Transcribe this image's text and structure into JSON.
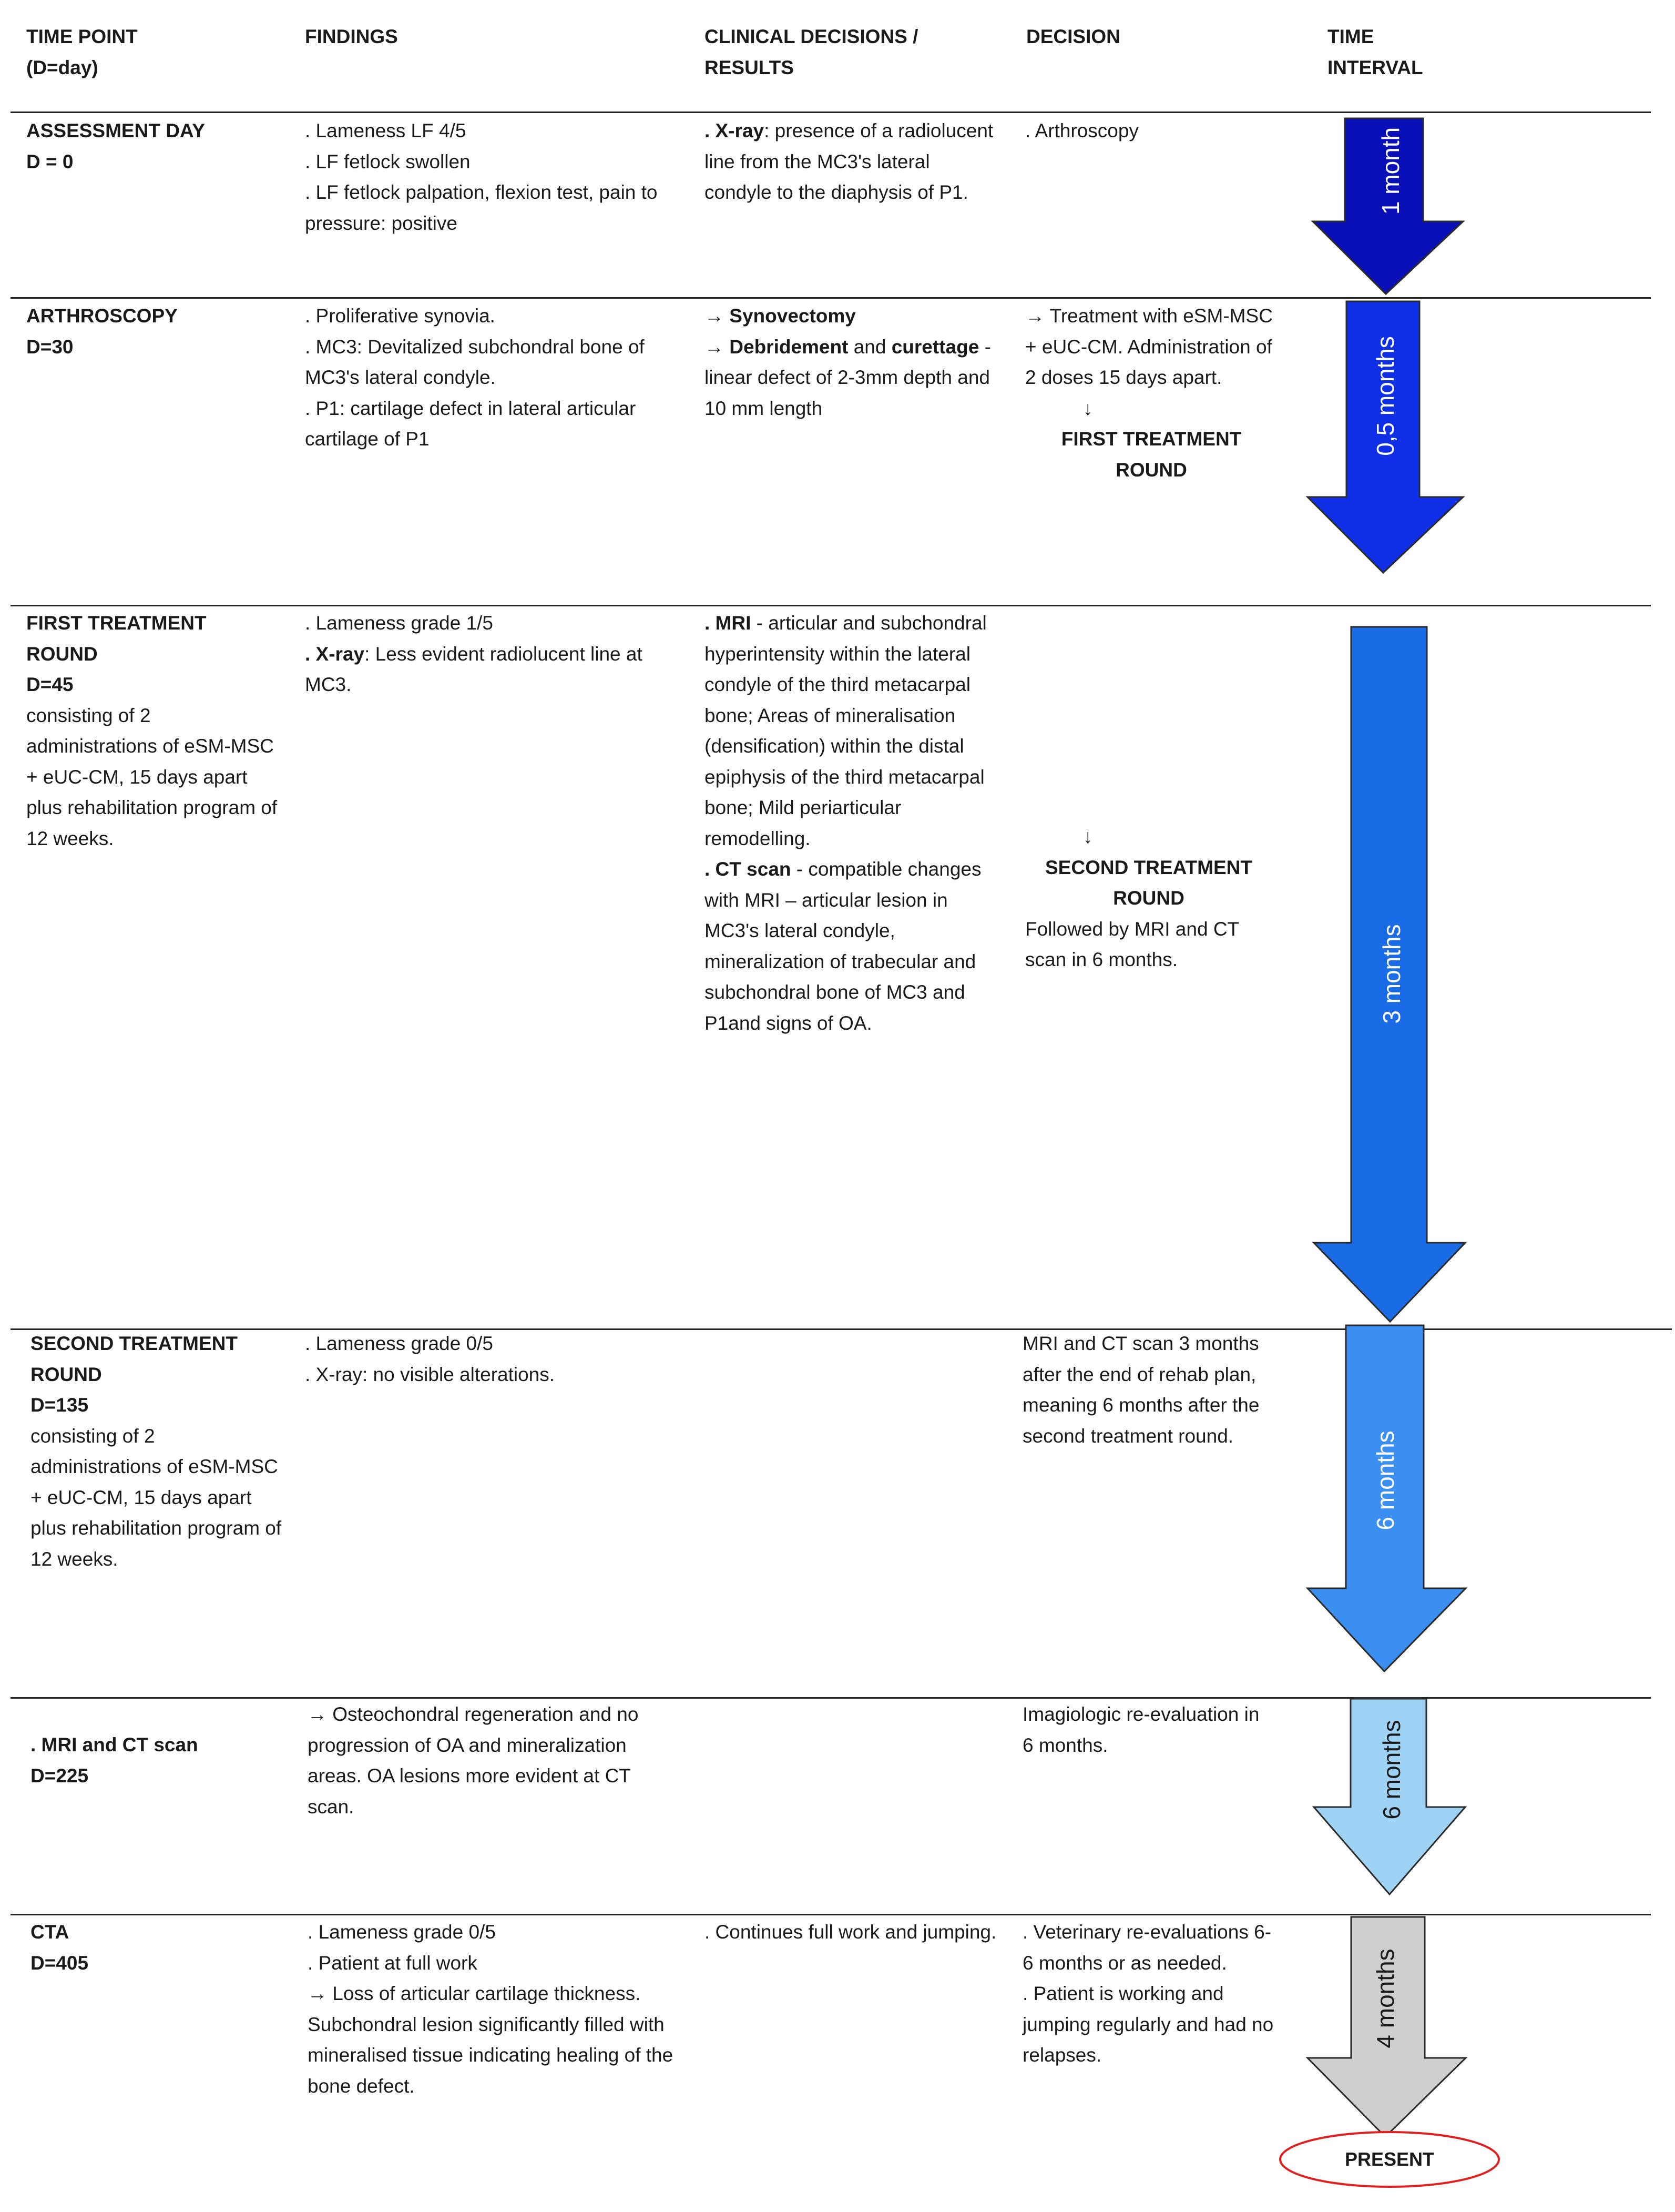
{
  "headers": {
    "time_point": "TIME POINT\n(D=day)",
    "findings": "FINDINGS",
    "clinical": "CLINICAL DECISIONS /\nRESULTS",
    "decision": "DECISION",
    "interval": "TIME\nINTERVAL"
  },
  "rows": [
    {
      "time_point": "ASSESSMENT DAY",
      "day": "D = 0",
      "findings": [
        ". Lameness LF 4/5",
        ". LF fetlock swollen",
        ". LF fetlock palpation, flexion test, pain to pressure: positive"
      ],
      "clinical_bold": ". X-ray",
      "clinical": ": presence of a radiolucent line from the MC3's lateral condyle to the diaphysis of P1.",
      "decision": ". Arthroscopy"
    },
    {
      "time_point": "ARTHROSCOPY",
      "day": "D=30",
      "findings": [
        ". Proliferative synovia.",
        ". MC3: Devitalized subchondral bone of MC3's lateral condyle.",
        ". P1: cartilage defect in lateral articular cartilage of P1"
      ],
      "clinical_1": "→ Synovectomy",
      "clinical_2_bold": "→ Debridement",
      "clinical_2_mid": " and ",
      "clinical_2_bold2": "curettage",
      "clinical_2": " - linear defect of 2-3mm depth and 10 mm length",
      "decision": "→ Treatment with eSM-MSC + eUC-CM. Administration of 2 doses 15 days apart.",
      "decision_arrow": "↓",
      "decision_bold": "FIRST TREATMENT ROUND"
    },
    {
      "time_point": "FIRST TREATMENT ROUND",
      "day": "D=45",
      "note": "consisting of 2 administrations of eSM-MSC + eUC-CM, 15 days apart plus rehabilitation program of 12 weeks.",
      "findings_1": ". Lameness grade 1/5",
      "findings_2_bold": ". X-ray",
      "findings_2": ": Less evident radiolucent line at MC3.",
      "clinical_1_bold": ". MRI",
      "clinical_1": " - articular and subchondral hyperintensity within the lateral condyle of the third metacarpal bone; Areas of mineralisation (densification) within the distal epiphysis of the third metacarpal bone; Mild periarticular remodelling.",
      "clinical_2_bold": ". CT scan",
      "clinical_2": " - compatible changes with MRI – articular lesion in MC3's lateral condyle, mineralization of trabecular and subchondral bone of MC3 and P1and signs of OA.",
      "decision_arrow": "↓",
      "decision_bold": "SECOND TREATMENT ROUND",
      "decision": "Followed by MRI and CT scan in 6 months."
    },
    {
      "time_point": "SECOND TREATMENT ROUND",
      "day": "D=135",
      "note": "consisting of 2 administrations of eSM-MSC + eUC-CM, 15 days apart plus rehabilitation program of 12 weeks.",
      "findings": [
        ". Lameness grade 0/5",
        ". X-ray: no visible alterations."
      ],
      "decision": "MRI and CT scan 3 months after the end of rehab plan, meaning 6 months after the second treatment round."
    },
    {
      "time_point": ". MRI and CT scan",
      "day": "D=225",
      "findings": "→ Osteochondral regeneration and no progression of OA and mineralization areas. OA lesions more evident at CT scan.",
      "decision": "Imagiologic re-evaluation in 6 months."
    },
    {
      "time_point": "CTA",
      "day": "D=405",
      "findings": [
        ". Lameness grade 0/5",
        ". Patient at full work",
        "→ Loss of articular cartilage thickness. Subchondral lesion significantly filled with mineralised tissue indicating healing of the bone defect."
      ],
      "clinical": ". Continues full work and jumping.",
      "decision": [
        ". Veterinary re-evaluations 6-6 months or as needed.",
        ". Patient is working and jumping regularly and had no relapses."
      ]
    }
  ],
  "arrows": [
    {
      "label": "1 month",
      "color": "#0a10b8"
    },
    {
      "label": "0,5 months",
      "color": "#0f2fe6"
    },
    {
      "label": "3 months",
      "color": "#1a6be6"
    },
    {
      "label": "6 months",
      "color": "#3a8ff0"
    },
    {
      "label": "6 months",
      "color": "#9ed3f5"
    },
    {
      "label": "4 months",
      "color": "#cfcfcf"
    }
  ],
  "present": "PRESENT",
  "colors": {
    "present_outline": "#e02020"
  }
}
